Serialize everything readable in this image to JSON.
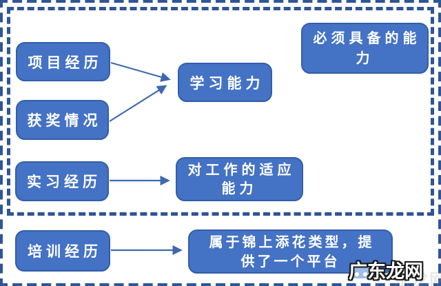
{
  "diagram": {
    "nodes": {
      "project": {
        "label": "项目经历"
      },
      "awards": {
        "label": "获奖情况"
      },
      "internship": {
        "label": "实习经历"
      },
      "training": {
        "label": "培训经历"
      },
      "learning": {
        "label": "学习能力"
      },
      "adaptability": {
        "label": "对工作的适应\n能力"
      },
      "required": {
        "label": "必须具备的能\n力"
      },
      "bonus": {
        "label": "属于锦上添花类型，提\n供了一个平台"
      }
    },
    "edges": [
      {
        "from": "项目经历",
        "to": "学习能力"
      },
      {
        "from": "获奖情况",
        "to": "学习能力"
      },
      {
        "from": "实习经历",
        "to": "对工作的适应能力"
      },
      {
        "from": "培训经历",
        "to": "属于锦上添花类型，提供了一个平台"
      }
    ]
  },
  "watermark": {
    "text": "广东龙网",
    "logo": "mascot-face-icon"
  },
  "colors": {
    "node_fill": "#4472C4",
    "node_border": "#335EA8",
    "dashed_border": "#2E5597",
    "arrow": "#3F68B0",
    "node_text": "#FFFFFF"
  }
}
